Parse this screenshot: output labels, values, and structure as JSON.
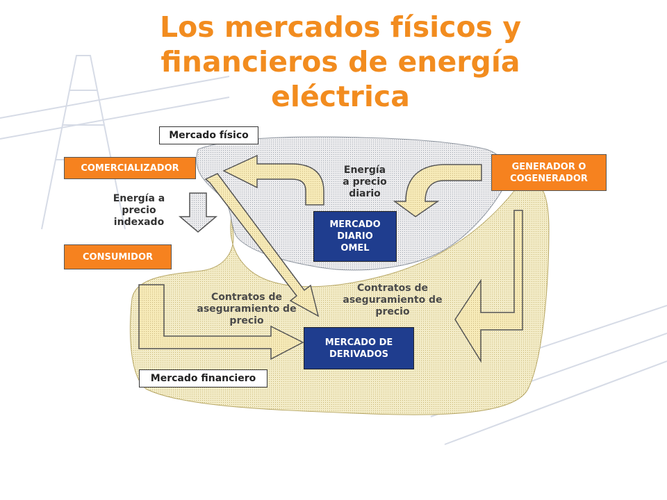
{
  "title": {
    "line1": "Los mercados físicos y",
    "line2": "financieros de energía",
    "line3": "eléctrica"
  },
  "regions": {
    "physical": "Mercado físico",
    "financial": "Mercado financiero"
  },
  "nodes": {
    "comercializador": "COMERCIALIZADOR",
    "consumidor": "CONSUMIDOR",
    "generador": [
      "GENERADOR O",
      "COGENERADOR"
    ],
    "mercado_diario": [
      "MERCADO",
      "DIARIO",
      "OMEL"
    ],
    "mercado_derivados": [
      "MERCADO DE",
      "DERIVADOS"
    ]
  },
  "edge_labels": {
    "energia_diario": [
      "Energía",
      "a precio",
      "diario"
    ],
    "energia_indexado": [
      "Energía a",
      "precio",
      "indexado"
    ],
    "contratos_left": [
      "Contratos de",
      "aseguramiento de",
      "precio"
    ],
    "contratos_right": [
      "Contratos de",
      "aseguramiento de",
      "precio"
    ]
  },
  "colors": {
    "title": "#f28c1f",
    "orange_box": "#f6821f",
    "blue_box": "#1f3d8e",
    "arrow_fill": "#f4e3a0",
    "financial_region": "#efe2a8",
    "physical_region": "#e2e4e8"
  }
}
